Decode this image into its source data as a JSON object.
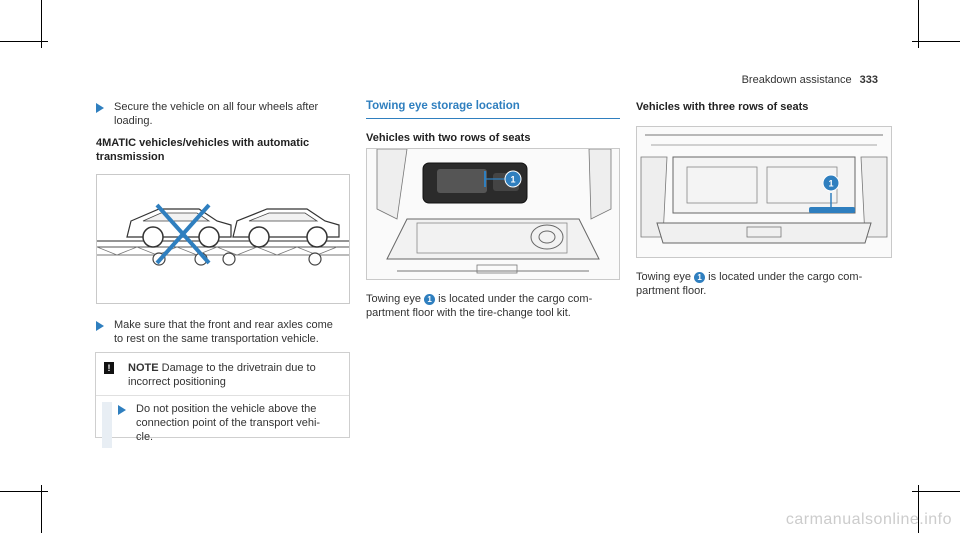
{
  "header": {
    "section": "Breakdown assistance",
    "page_number": "333"
  },
  "left": {
    "bullet1": [
      "Secure the vehicle on all four wheels after",
      "loading."
    ],
    "heading": [
      "4MATIC vehicles/vehicles with automatic",
      "transmission"
    ],
    "bullet2": [
      "Make sure that the front and rear axles come",
      "to rest on the same transportation vehicle."
    ],
    "note": {
      "label": "NOTE",
      "title_line1": "Damage to the drivetrain due to",
      "title_line2": "incorrect positioning",
      "bullet": [
        "Do not position the vehicle above the",
        "connection point of the transport vehi-",
        "cle."
      ]
    }
  },
  "middle": {
    "section_title": "Towing eye storage location",
    "subheading": "Vehicles with two rows of seats",
    "callout": "1",
    "caption_pre": "Towing eye",
    "caption_line1_post": "is located under the cargo com-",
    "caption_line2": "partment floor with the tire-change tool kit."
  },
  "right": {
    "subheading": "Vehicles with three rows of seats",
    "callout": "1",
    "caption_pre": "Towing eye",
    "caption_line1_post": "is located under the cargo com-",
    "caption_line2": "partment floor."
  },
  "watermark": "carmanualsonline.info",
  "colors": {
    "accent": "#2f7fbf",
    "note_bar": "#e8eef4",
    "border": "#c9c9c9"
  }
}
